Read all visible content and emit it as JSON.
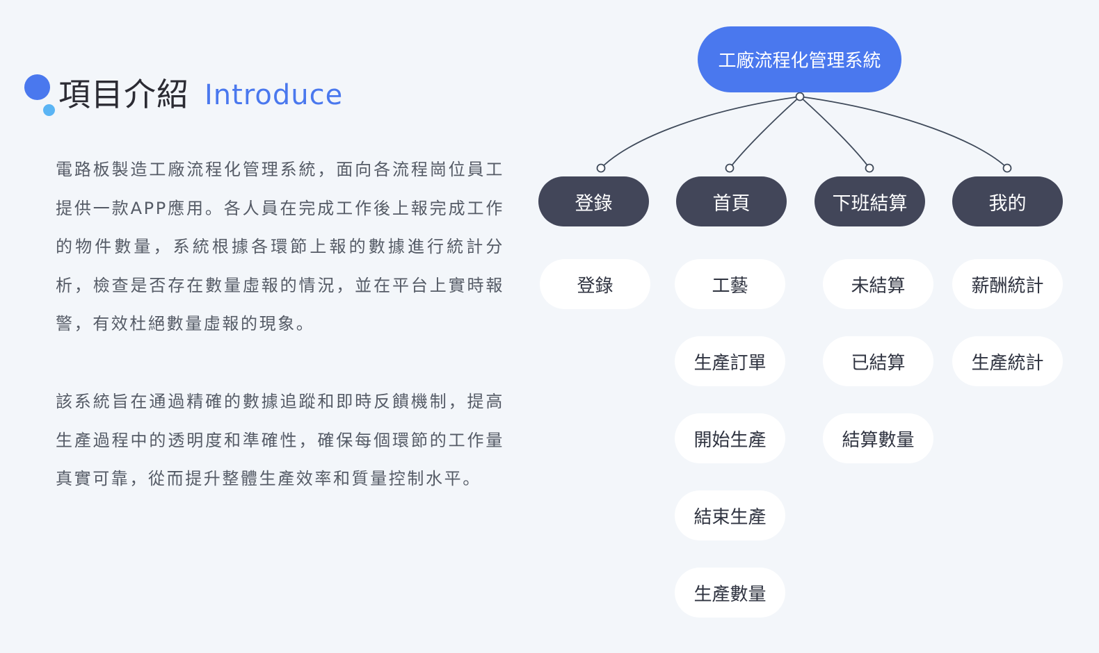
{
  "header": {
    "title": "項目介紹",
    "subtitle": "Introduce"
  },
  "intro": {
    "paragraphs": [
      "電路板製造工廠流程化管理系統，面向各流程崗位員工提供一款APP應用。各人員在完成工作後上報完成工作的物件數量，系統根據各環節上報的數據進行統計分析，檢查是否存在數量虛報的情況，並在平台上實時報警，有效杜絕數量虛報的現象。",
      "該系統旨在通過精確的數據追蹤和即時反饋機制，提高生產過程中的透明度和準確性，確保每個環節的工作量真實可靠，從而提升整體生產效率和質量控制水平。"
    ]
  },
  "tree": {
    "root": "工廠流程化管理系統",
    "categories": [
      {
        "label": "登錄",
        "items": [
          "登錄"
        ]
      },
      {
        "label": "首頁",
        "items": [
          "工藝",
          "生產訂單",
          "開始生產",
          "結束生產",
          "生產數量"
        ]
      },
      {
        "label": "下班結算",
        "items": [
          "未結算",
          "已結算",
          "結算數量"
        ]
      },
      {
        "label": "我的",
        "items": [
          "薪酬統計",
          "生產統計"
        ]
      }
    ]
  },
  "colors": {
    "accent": "#4a78ee",
    "accent_light": "#5ab4f4",
    "dark_node": "#424659",
    "connector": "#3f4a5a",
    "background": "#f3f6fa"
  }
}
